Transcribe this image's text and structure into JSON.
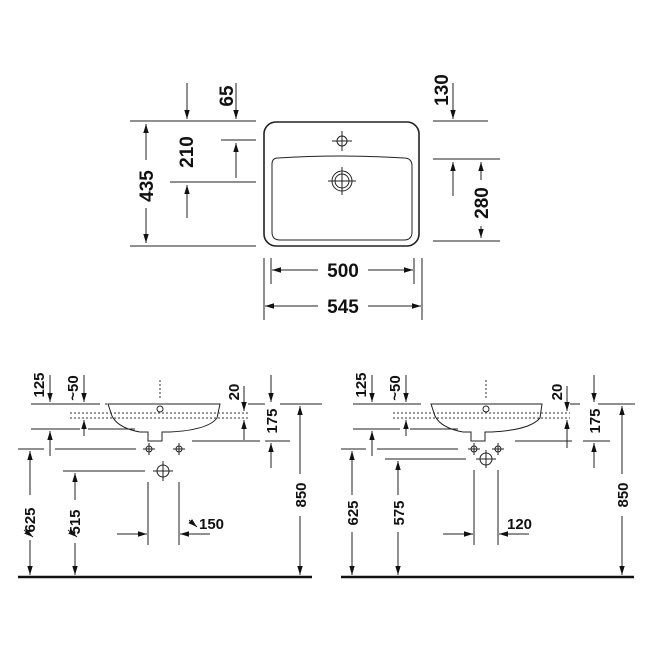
{
  "drawing": {
    "subject": "washbasin dimension drawing",
    "units": "mm",
    "top_view": {
      "overall_depth": "435",
      "tap_hole_from_back": "65",
      "drain_from_back": "210",
      "rim_offset": "130",
      "bowl_depth": "280",
      "bowl_width": "500",
      "overall_width": "545"
    },
    "side_view_left": {
      "rim_offset": "125",
      "approx_overflow": "~50",
      "rim_thickness": "20",
      "basin_height": "175",
      "total_height": "850",
      "floor_to_supply": "625",
      "floor_to_drain": "515",
      "supply_spacing": "150"
    },
    "side_view_right": {
      "rim_offset": "125",
      "approx_overflow": "~50",
      "rim_thickness": "20",
      "basin_height": "175",
      "total_height": "850",
      "floor_to_supply": "625",
      "floor_to_drain": "575",
      "supply_spacing": "120"
    }
  }
}
